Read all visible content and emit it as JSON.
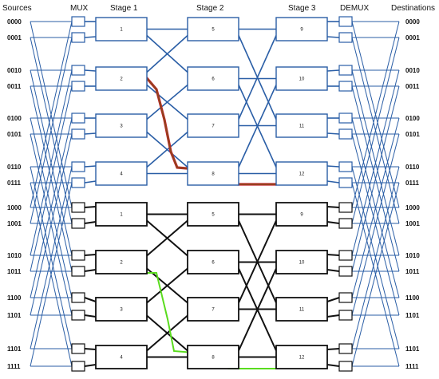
{
  "headers": {
    "sources": "Sources",
    "mux": "MUX",
    "stage1": "Stage 1",
    "stage2": "Stage 2",
    "stage3": "Stage 3",
    "demux": "DEMUX",
    "destinations": "Destinations"
  },
  "sources": [
    "0000",
    "0001",
    "0010",
    "0011",
    "0100",
    "0101",
    "0110",
    "0111",
    "1000",
    "1001",
    "1010",
    "1011",
    "1100",
    "1101",
    "1101",
    "1111"
  ],
  "destinations": [
    "0000",
    "0001",
    "0010",
    "0011",
    "0100",
    "0101",
    "0110",
    "0111",
    "1000",
    "1001",
    "1010",
    "1011",
    "1100",
    "1101",
    "1101",
    "1111"
  ],
  "switches": {
    "stage1": [
      "1",
      "2",
      "3",
      "4",
      "1",
      "2",
      "3",
      "4"
    ],
    "stage2": [
      "5",
      "6",
      "7",
      "8",
      "5",
      "6",
      "7",
      "8"
    ],
    "stage3": [
      "9",
      "10",
      "11",
      "12",
      "9",
      "10",
      "11",
      "12"
    ]
  },
  "colors": {
    "plane_top": "#2a5ea6",
    "plane_bottom": "#111111",
    "path_top": "#c0202a",
    "path_top_inner": "#8a4a1a",
    "path_bottom": "#5adc1e",
    "fanout": "#2a5ea6"
  }
}
